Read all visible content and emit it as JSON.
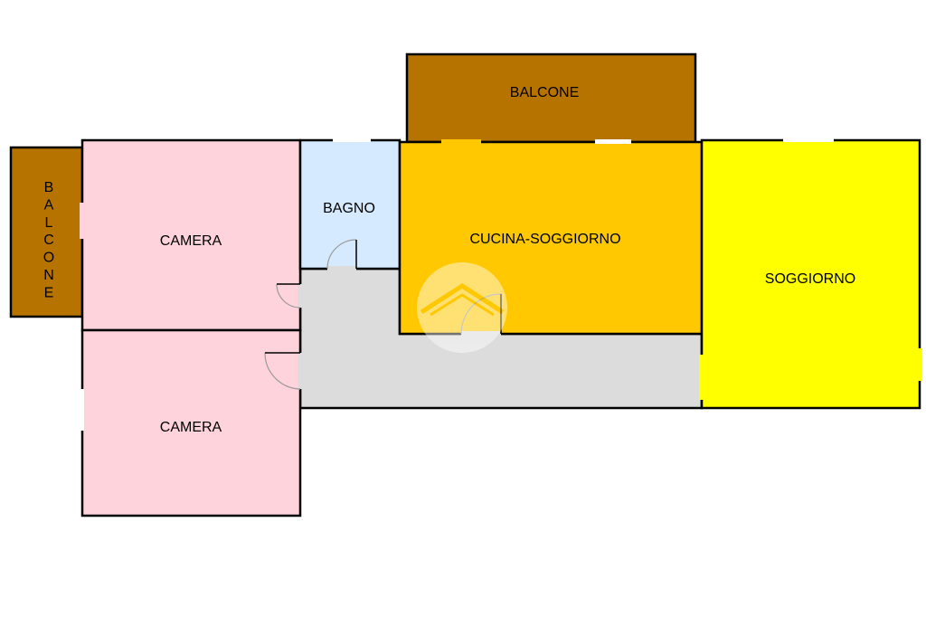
{
  "rooms": {
    "balcone_top": {
      "label": "BALCONE",
      "color": "#B67300"
    },
    "balcone_left": {
      "label": "BALCONE",
      "color": "#B67300"
    },
    "camera_top": {
      "label": "CAMERA",
      "color": "#FFD3DC"
    },
    "camera_bottom": {
      "label": "CAMERA",
      "color": "#FFD3DC"
    },
    "bagno": {
      "label": "BAGNO",
      "color": "#D6EAFF"
    },
    "cucina_soggiorno": {
      "label": "CUCINA-SOGGIORNO",
      "color": "#FFC800"
    },
    "soggiorno": {
      "label": "SOGGIORNO",
      "color": "#FFFF00"
    },
    "corridoio": {
      "label": "",
      "color": "#DCDCDC"
    }
  },
  "icons": {
    "watermark": "home-logo-icon"
  }
}
